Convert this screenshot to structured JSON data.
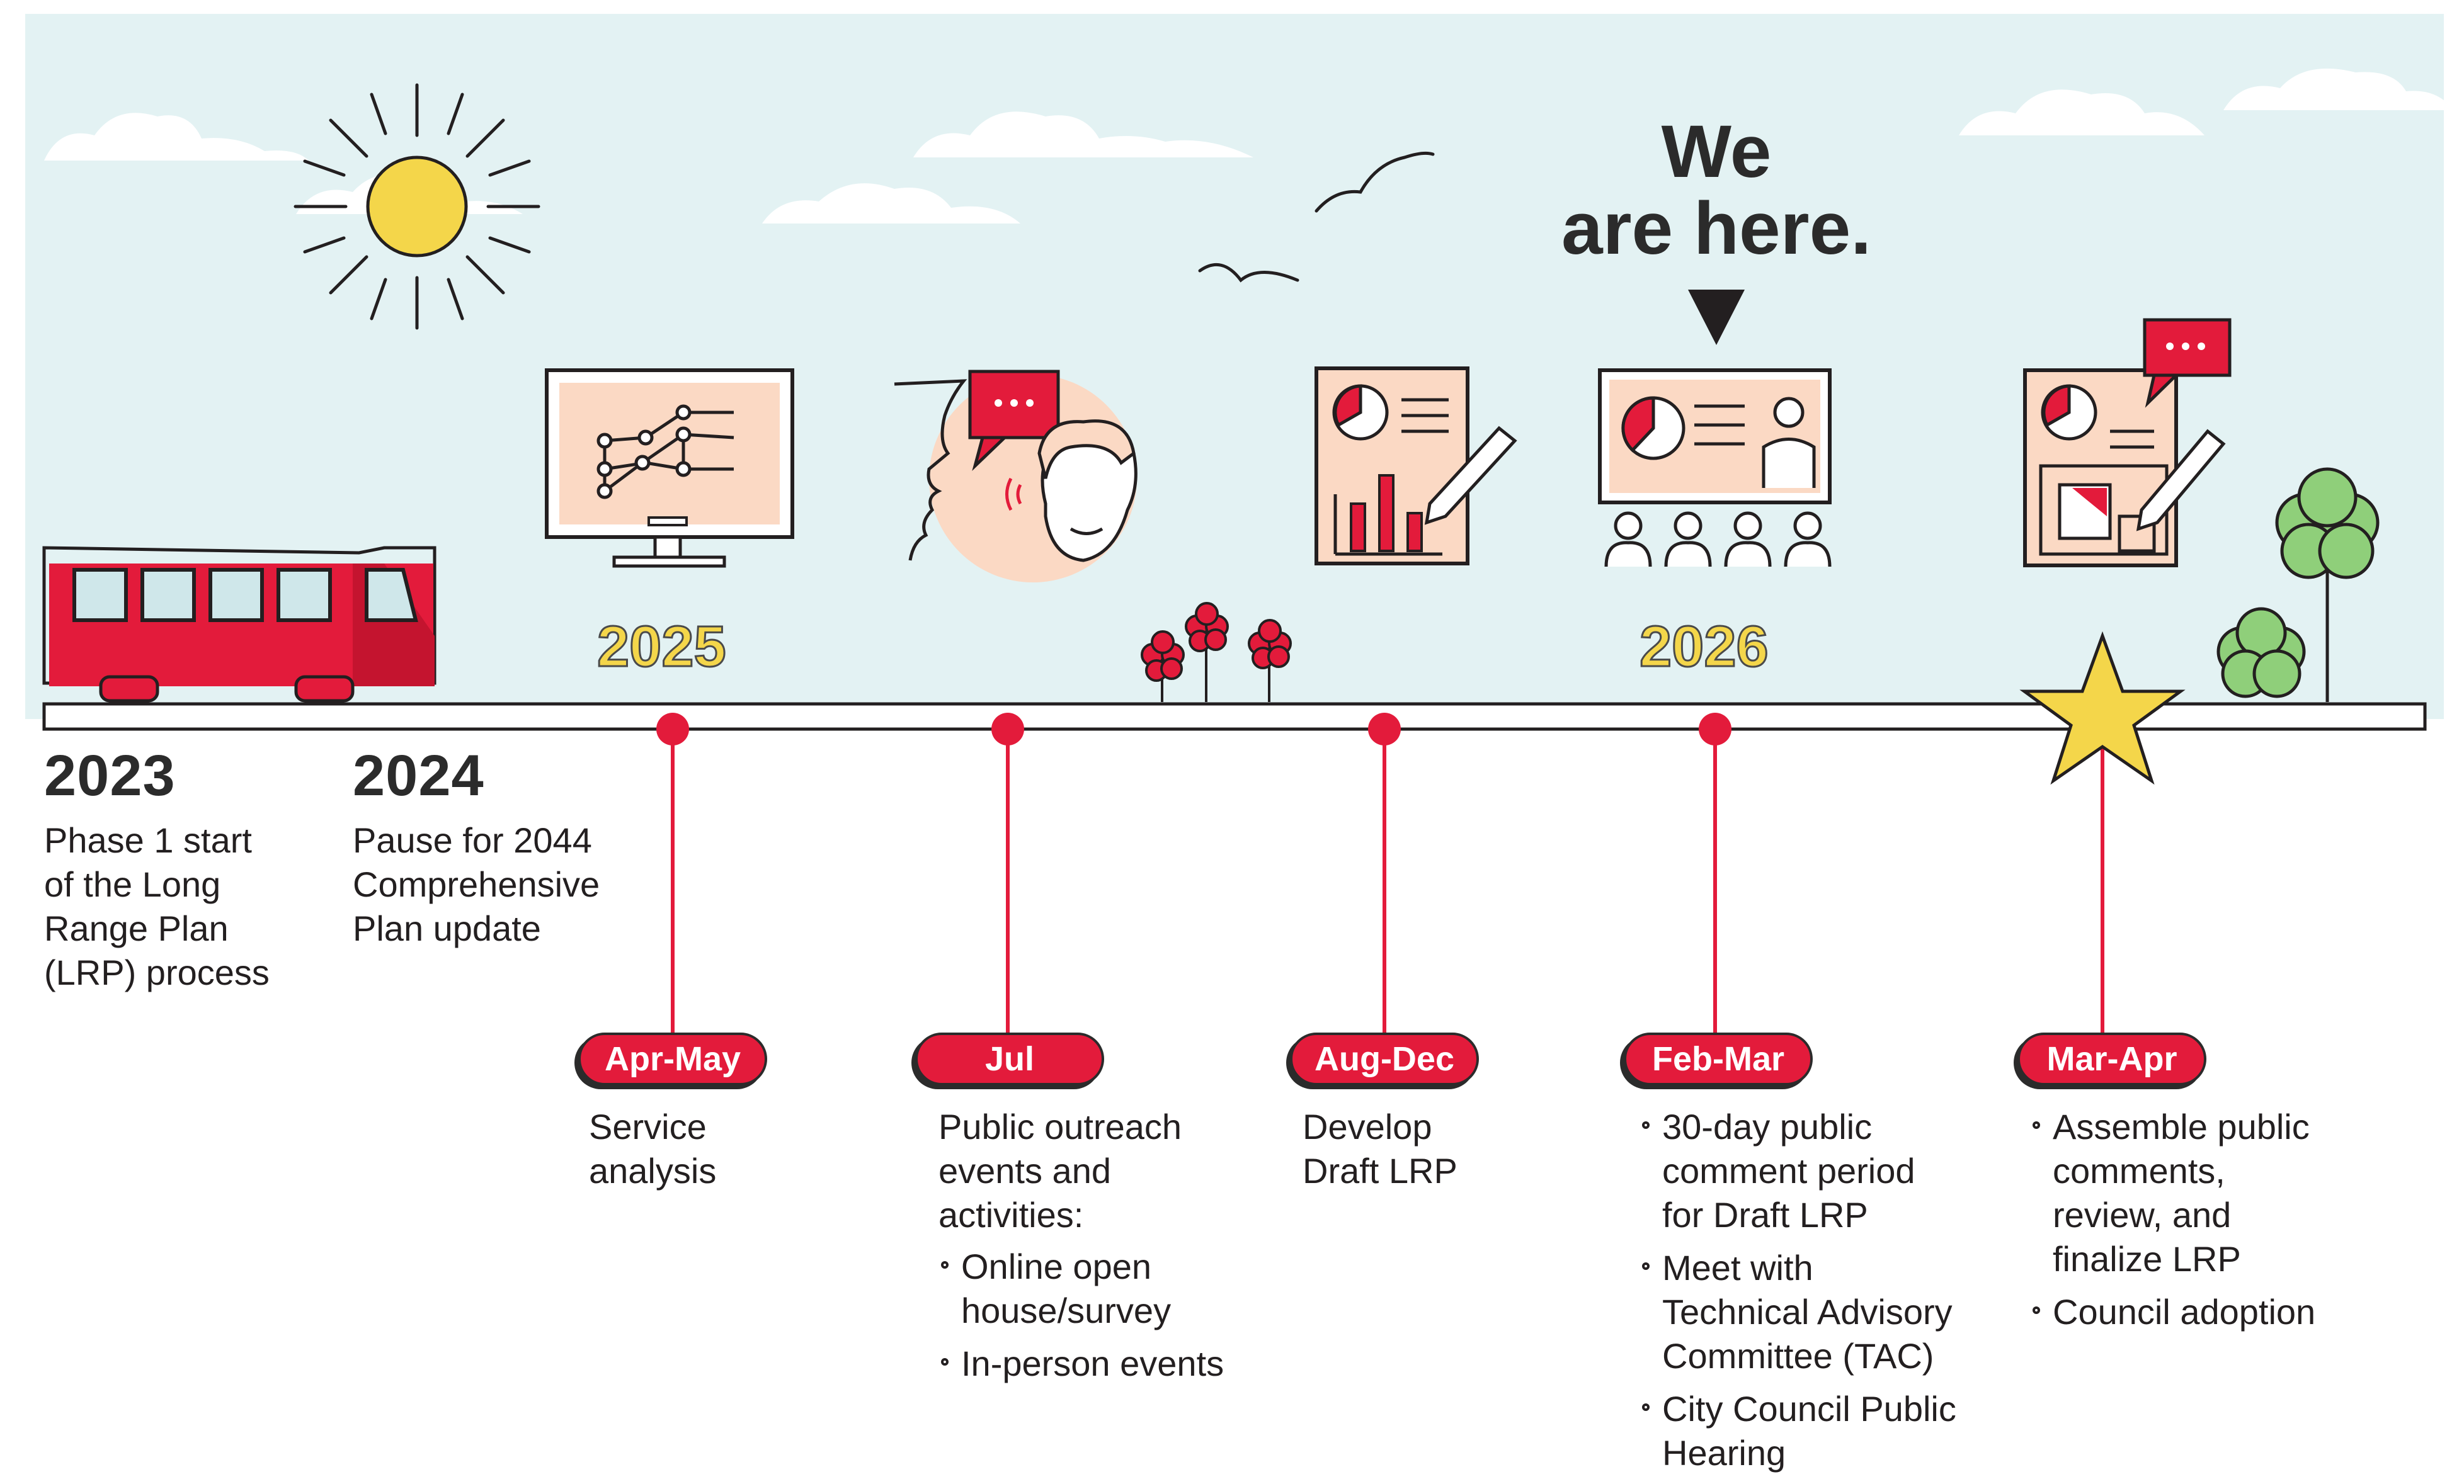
{
  "colors": {
    "sky": "#e3f2f3",
    "accent_red": "#e31b3b",
    "sun_yellow": "#f4d64a",
    "peach": "#fbd9c4",
    "tree_green": "#8fcf7a",
    "ink": "#231f20"
  },
  "banner": {
    "line1": "We",
    "line2": "are here."
  },
  "timeline": {
    "mid_years": [
      "2025",
      "2026"
    ],
    "early": [
      {
        "year": "2023",
        "lines": [
          "Phase 1 start",
          "of the Long",
          "Range Plan",
          "(LRP) process"
        ]
      },
      {
        "year": "2024",
        "lines": [
          "Pause for 2044",
          "Comprehensive",
          "Plan update"
        ]
      }
    ],
    "milestones": [
      {
        "label": "Apr-May",
        "icon": "monitor-network-icon",
        "text": [
          "Service",
          "analysis"
        ]
      },
      {
        "label": "Jul",
        "icon": "people-conversation-icon",
        "text": [
          "Public outreach",
          "events and",
          "activities:"
        ],
        "bullets": [
          [
            "Online open",
            "house/survey"
          ],
          [
            "In-person events"
          ]
        ]
      },
      {
        "label": "Aug-Dec",
        "icon": "report-chart-pen-icon",
        "text": [
          "Develop",
          "Draft LRP"
        ]
      },
      {
        "label": "Feb-Mar",
        "icon": "presentation-audience-icon",
        "bullets": [
          [
            "30-day public",
            "comment period",
            "for Draft LRP"
          ],
          [
            "Meet with",
            "Technical Advisory",
            "Committee (TAC)"
          ],
          [
            "City Council Public",
            "Hearing"
          ]
        ]
      },
      {
        "label": "Mar-Apr",
        "icon": "document-comment-pen-icon",
        "bullets": [
          [
            "Assemble public",
            "comments,",
            "review, and",
            "finalize LRP"
          ],
          [
            "Council adoption"
          ]
        ]
      }
    ]
  },
  "decor": [
    "sun-icon",
    "cloud-icon",
    "bird-icon",
    "bus-icon",
    "flower-icon",
    "tree-icon",
    "star-icon"
  ]
}
